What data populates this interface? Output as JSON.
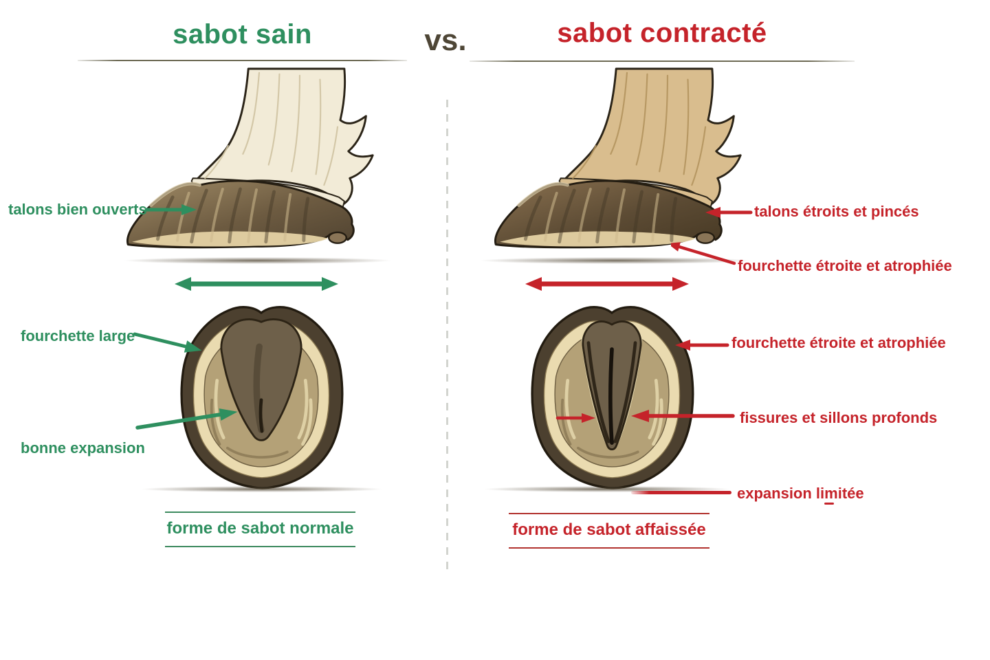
{
  "header": {
    "left_title": "sabot sain",
    "vs_label": "vs.",
    "right_title": "sabot contracté"
  },
  "healthy": {
    "label_heels": "talons bien ouverts",
    "label_frog": "fourchette large",
    "label_expansion": "bonne expansion",
    "caption": "forme de sabot normale"
  },
  "contracted": {
    "label_heels": "talons étroits et pincés",
    "label_frog_side": "fourchette étroite et atrophiée",
    "label_frog_sole": "fourchette étroite et atrophiée",
    "label_fissures": "fissures et sillons profonds",
    "label_expansion": "expansion limitée",
    "caption": "forme de sabot affaissée"
  },
  "colors": {
    "healthy_accent": "#2E8F5F",
    "contracted_accent": "#C5232A",
    "vs_color": "#4E4636"
  }
}
